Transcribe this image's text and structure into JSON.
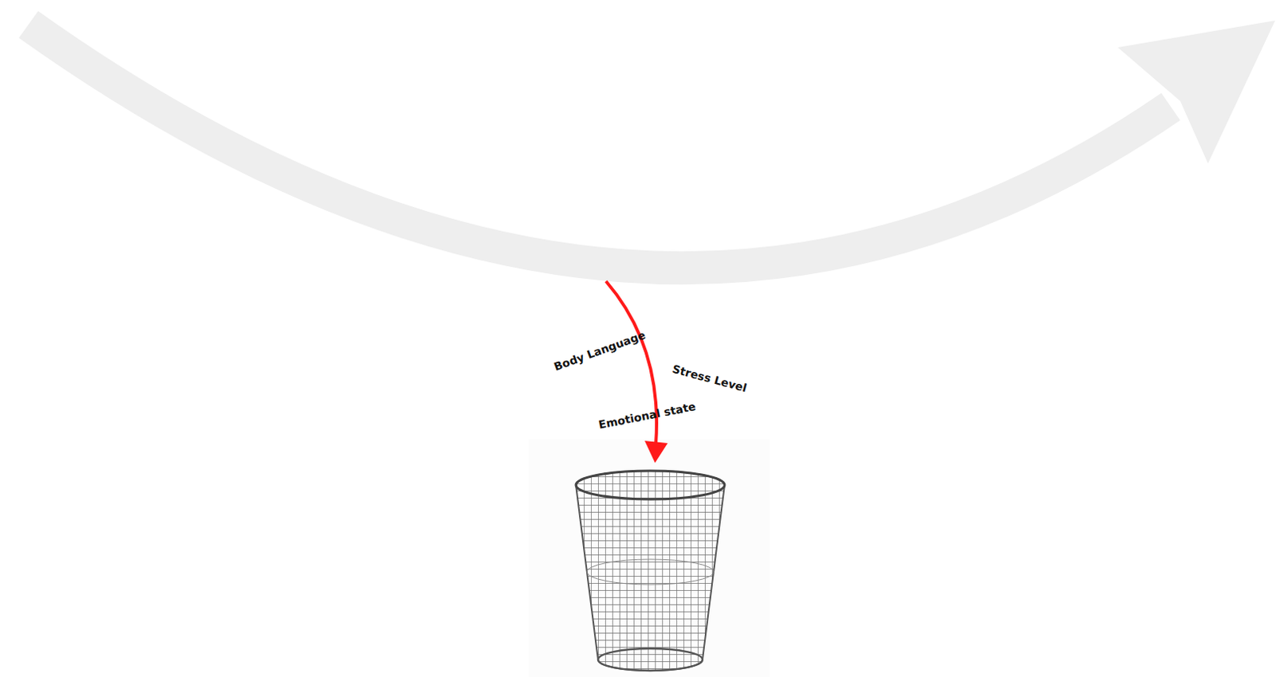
{
  "diagram": {
    "labels": [
      "Body Language",
      "Stress Level",
      "Emotional state"
    ]
  }
}
